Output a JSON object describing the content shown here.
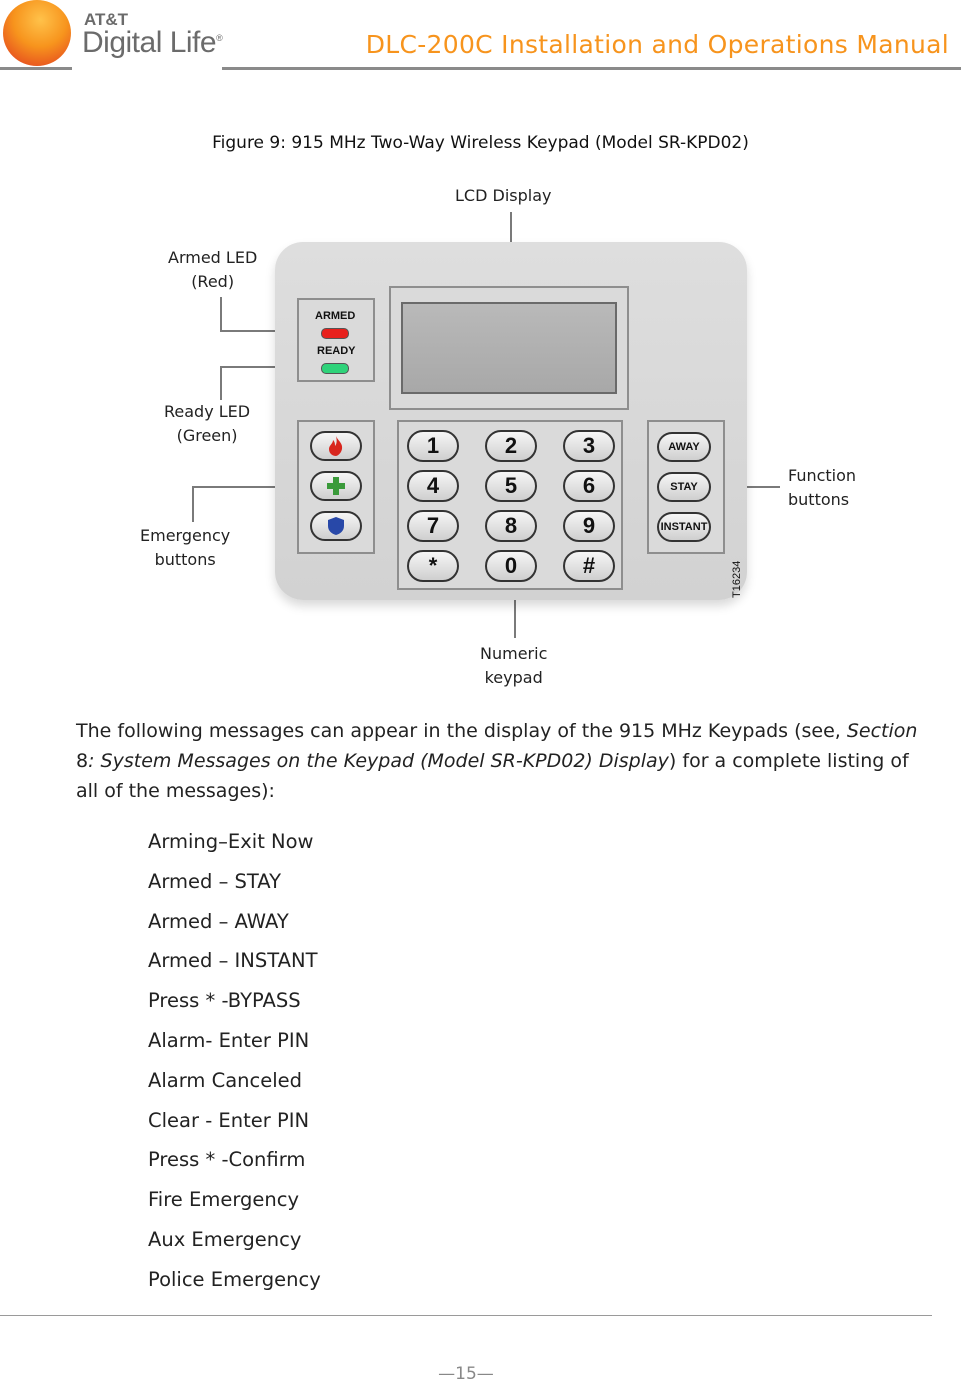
{
  "header": {
    "logo_small": "AT&T",
    "logo_big": "Digital Life",
    "logo_reg": "®",
    "title": "DLC-200C Installation and Operations Manual"
  },
  "figure": {
    "caption": "Figure 9:  915 MHz Two-Way Wireless Keypad (Model SR-KPD02)",
    "callouts": {
      "lcd": "LCD Display",
      "armed_led_1": "Armed LED",
      "armed_led_2": "(Red)",
      "ready_led_1": "Ready LED",
      "ready_led_2": "(Green)",
      "emergency_1": "Emergency",
      "emergency_2": "buttons",
      "function_1": "Function",
      "function_2": "buttons",
      "numeric_1": "Numeric",
      "numeric_2": "keypad"
    },
    "device": {
      "armed_label": "ARMED",
      "ready_label": "READY",
      "serial": "T16234",
      "numeric_keys": [
        "1",
        "2",
        "3",
        "4",
        "5",
        "6",
        "7",
        "8",
        "9",
        "*",
        "0",
        "#"
      ],
      "function_keys": [
        "AWAY",
        "STAY",
        "INSTANT"
      ],
      "emergency_icons": [
        "fire-icon",
        "medical-cross-icon",
        "police-badge-icon"
      ],
      "colors": {
        "armed_led": "#e8201c",
        "ready_led": "#2fd37a",
        "fire": "#d8261e",
        "medical": "#3a9a3a",
        "police": "#2848a8"
      }
    }
  },
  "body": {
    "para_1": "The following messages can appear in the display of the 915 MHz Keypads (see, ",
    "para_ref_a": "Section",
    "para_ref_num": " 8",
    "para_ref_b": ": System Messages on the Keypad (Model SR-KPD02) Display",
    "para_2": ") for a complete listing of all of the messages):",
    "messages": [
      "Arming–Exit Now",
      "Armed – STAY",
      "Armed – AWAY",
      "Armed – INSTANT",
      "Press * -BYPASS",
      "Alarm- Enter PIN",
      "Alarm Canceled",
      "Clear - Enter PIN",
      "Press * -Confirm",
      "Fire Emergency",
      "Aux Emergency",
      "Police Emergency"
    ]
  },
  "footer": {
    "page_number": "—15—"
  }
}
